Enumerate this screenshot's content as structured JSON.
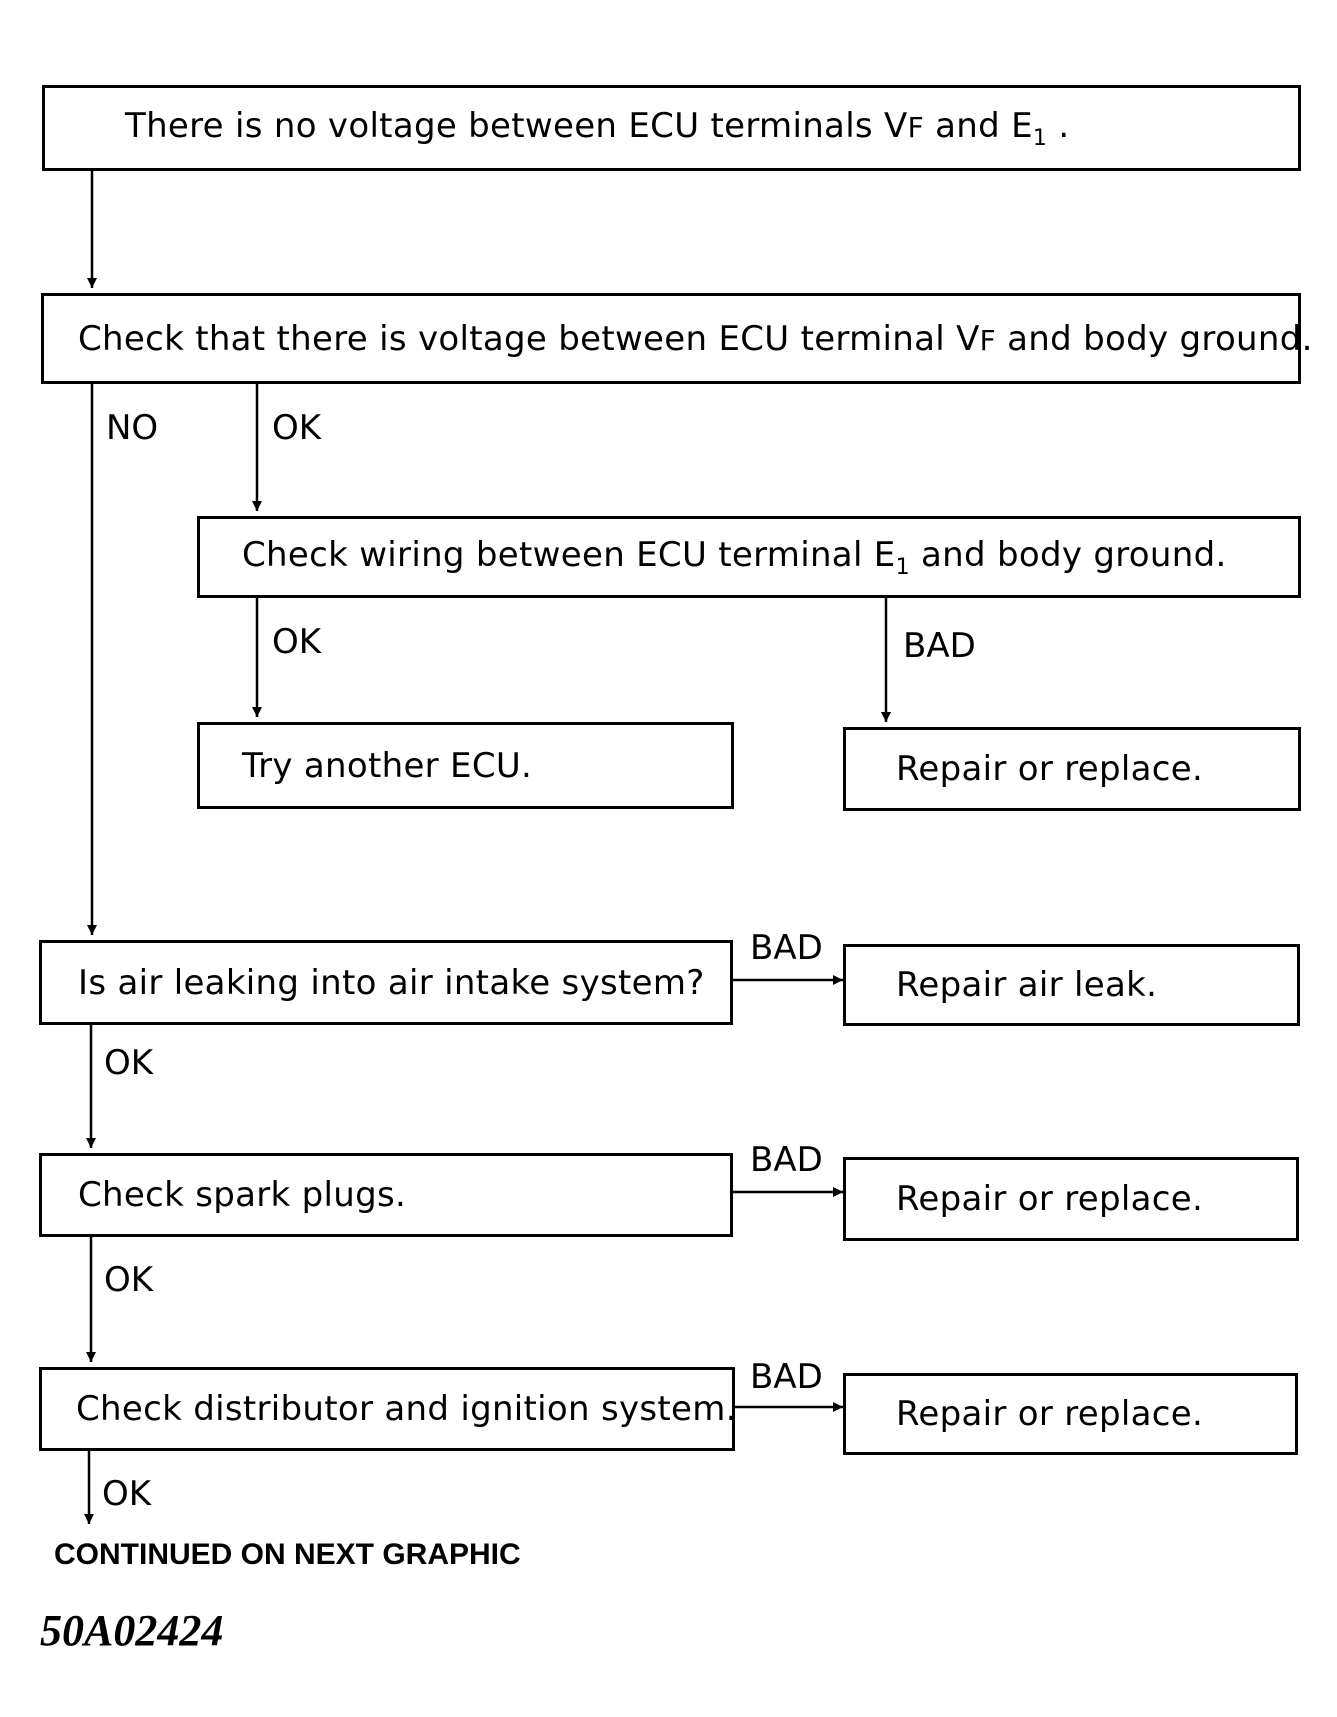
{
  "steps": {
    "no_voltage": {
      "text_before": "There is no voltage between ECU terminals V",
      "vf_sub": "F",
      "text_mid": " and E",
      "e_sub": "1",
      "text_after": " ."
    },
    "check_vf_ground": {
      "text_before": "Check that there is voltage between ECU terminal V",
      "vf_sub": "F",
      "text_after": " and body ground."
    },
    "check_e1_wiring": {
      "text_before": "Check wiring between ECU terminal  E",
      "e_sub": "1",
      "text_after": " and body ground."
    },
    "try_another_ecu": {
      "text": "Try another ECU."
    },
    "repair_replace_1": {
      "text": "Repair or replace."
    },
    "air_leak_check": {
      "text": "Is air leaking into air intake system?"
    },
    "repair_air_leak": {
      "text": "Repair air leak."
    },
    "spark_plugs": {
      "text": "Check spark plugs."
    },
    "repair_replace_2": {
      "text": "Repair or replace."
    },
    "distributor": {
      "text": "Check distributor and ignition system."
    },
    "repair_replace_3": {
      "text": "Repair or replace."
    }
  },
  "labels": {
    "no": "NO",
    "ok_1": "OK",
    "ok_2": "OK",
    "bad_1": "BAD",
    "bad_2": "BAD",
    "ok_3": "OK",
    "bad_3": "BAD",
    "ok_4": "OK",
    "bad_4": "BAD",
    "ok_5": "OK"
  },
  "footer": "CONTINUED ON NEXT GRAPHIC",
  "figure_id": "50A02424"
}
